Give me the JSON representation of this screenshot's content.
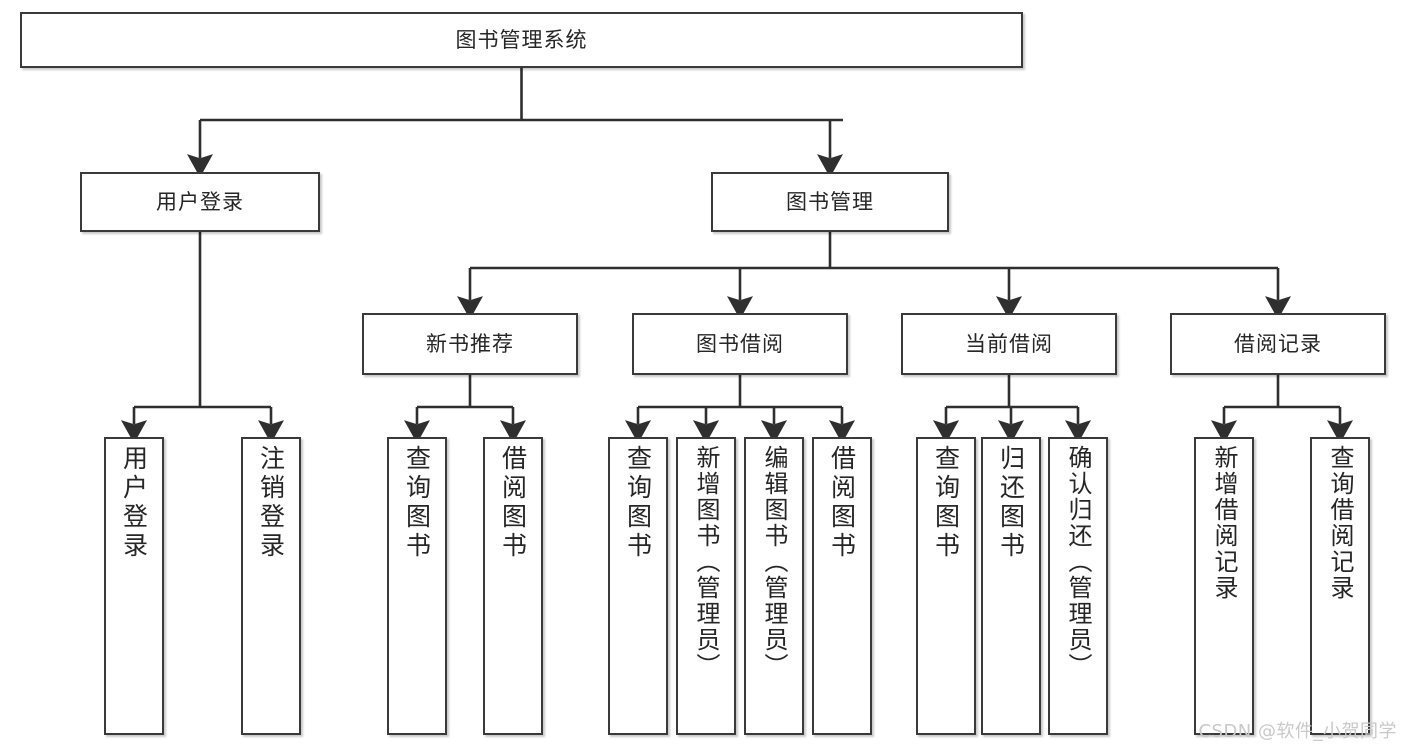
{
  "diagram": {
    "title": "图书管理系统",
    "type": "tree-hierarchy-diagram",
    "root": {
      "label": "图书管理系统"
    },
    "level2": [
      {
        "label": "用户登录"
      },
      {
        "label": "图书管理"
      }
    ],
    "level3": [
      {
        "label": "新书推荐"
      },
      {
        "label": "图书借阅"
      },
      {
        "label": "当前借阅"
      },
      {
        "label": "借阅记录"
      }
    ],
    "leaves": {
      "user_login": [
        {
          "label": "用户登录"
        },
        {
          "label": "注销登录"
        }
      ],
      "new_book_recommend": [
        {
          "label": "查询图书"
        },
        {
          "label": "借阅图书"
        }
      ],
      "book_borrow": [
        {
          "label": "查询图书"
        },
        {
          "label": "新增图书（管理员）"
        },
        {
          "label": "编辑图书（管理员）"
        },
        {
          "label": "借阅图书"
        }
      ],
      "current_borrow": [
        {
          "label": "查询图书"
        },
        {
          "label": "归还图书"
        },
        {
          "label": "确认归还（管理员）"
        }
      ],
      "borrow_record": [
        {
          "label": "新增借阅记录"
        },
        {
          "label": "查询借阅记录"
        }
      ]
    }
  },
  "watermark": {
    "text": "CSDN @软件_小贺同学"
  },
  "colors": {
    "border": "#3a3a3a",
    "text": "#262626",
    "background": "#ffffff",
    "watermark": "#c9c9c9",
    "connector": "#2f2f2f"
  }
}
